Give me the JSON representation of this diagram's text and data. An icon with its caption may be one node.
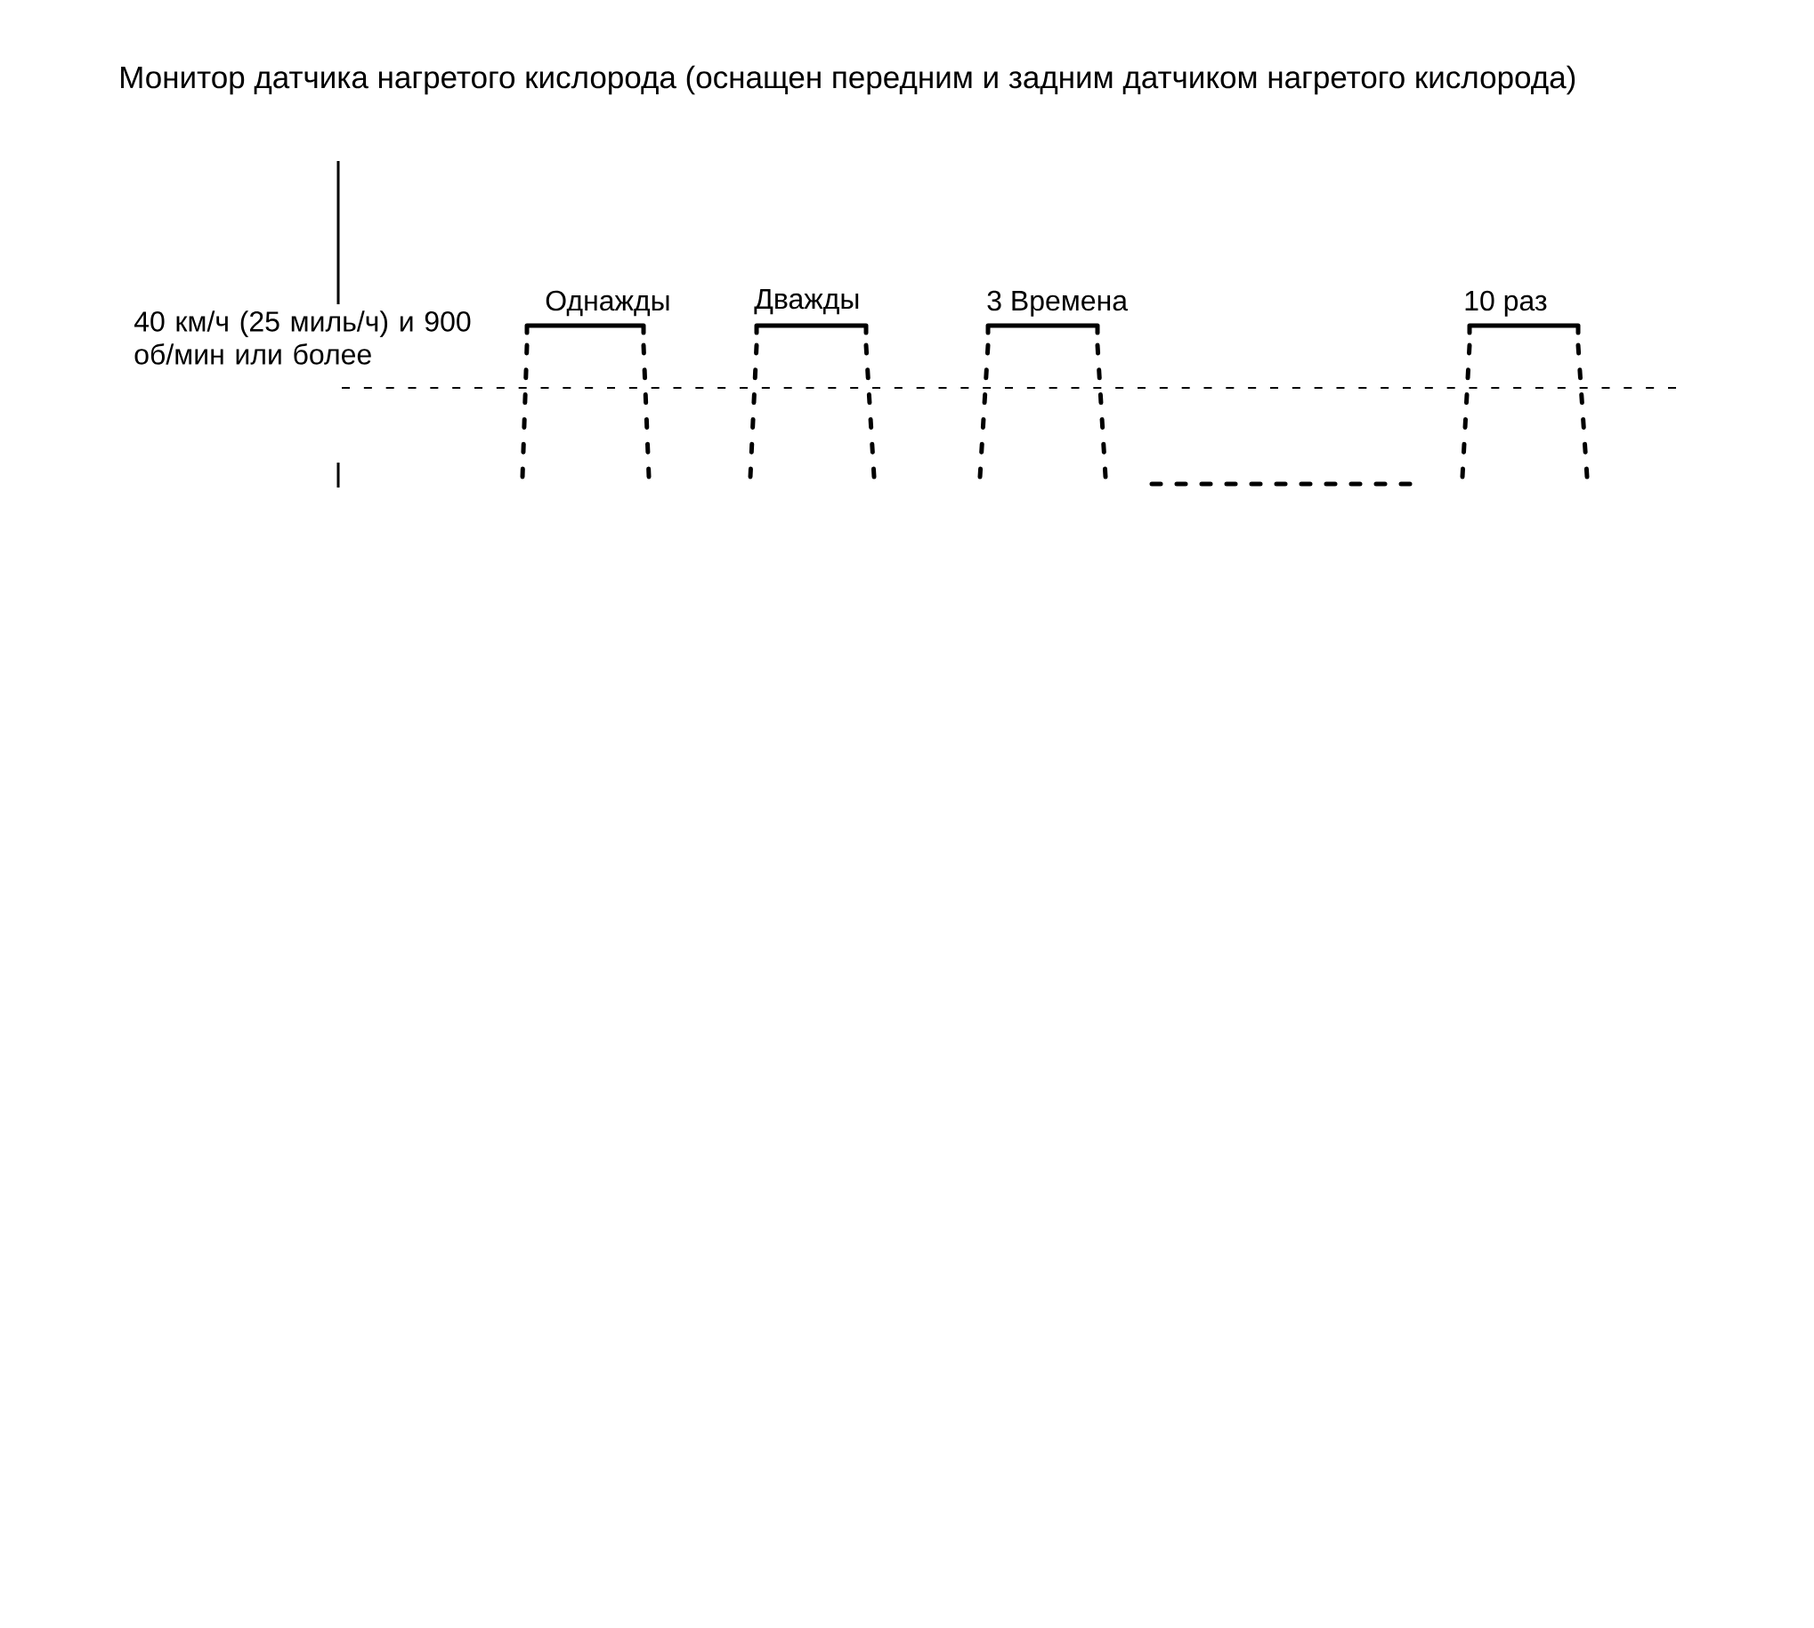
{
  "diagram": {
    "title": "Монитор датчика нагретого кислорода (оснащен передним и задним датчиком нагретого кислорода)",
    "labels": [
      "40 км/ч (25 миль/ч) и 900 об/мин или более",
      "Однажды",
      "Дважды",
      "3 Времена",
      "10 раз"
    ]
  }
}
